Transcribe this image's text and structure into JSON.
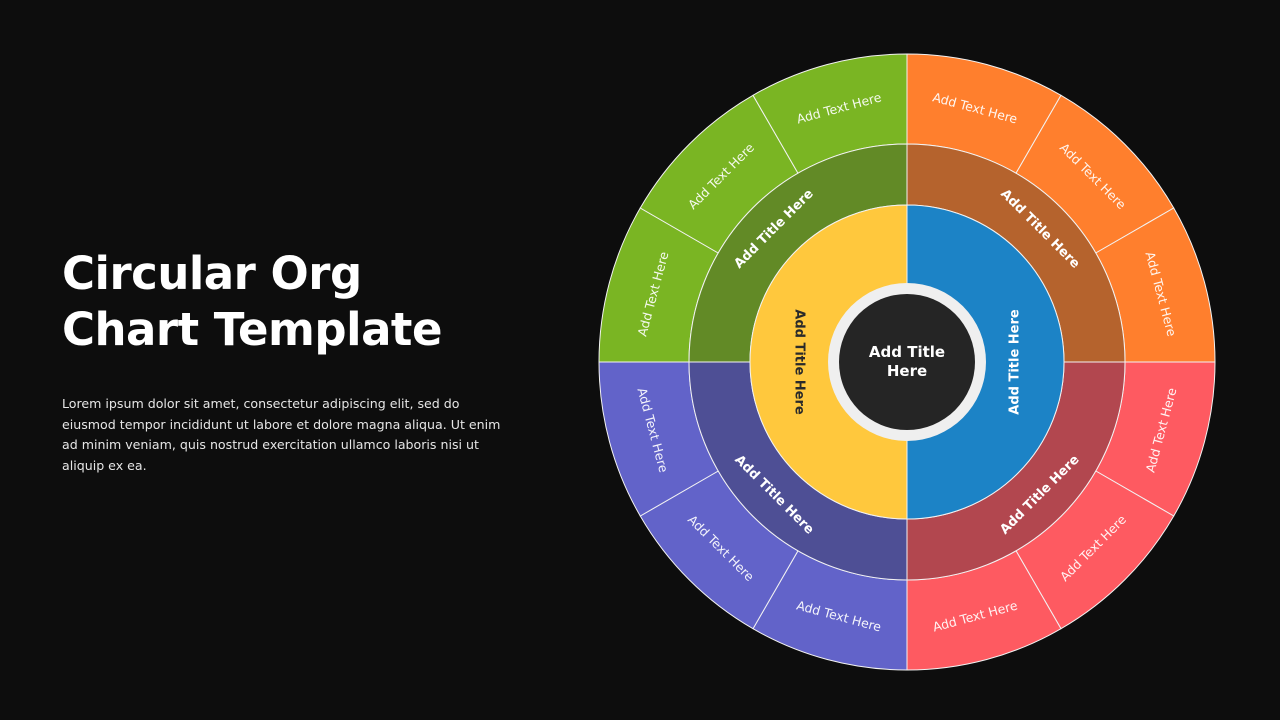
{
  "slide": {
    "title_lines": [
      "Circular Org",
      "Chart Template"
    ],
    "description": "Lorem ipsum dolor sit amet, consectetur adipiscing elit, sed do eiusmod tempor incididunt ut labore et dolore magna aliqua. Ut enim ad minim veniam, quis nostrud exercitation ullamco laboris nisi ut aliquip ex ea."
  },
  "diagram": {
    "center": {
      "label_lines": [
        "Add Title",
        "Here"
      ],
      "fill": "#252525",
      "ring": "#efefef"
    },
    "inner": [
      {
        "label": "Add Title Here",
        "fill": "#ffc83d",
        "text_color": "#2a2a2a",
        "side": "left"
      },
      {
        "label": "Add Title Here",
        "fill": "#1c83c6",
        "text_color": "#ffffff",
        "side": "right"
      }
    ],
    "quadrants": [
      {
        "name": "green",
        "position": "top-left",
        "middle_fill": "#628a26",
        "outer_fill": "#7ab523",
        "title": "Add Title Here",
        "items": [
          "Add Text Here",
          "Add Text Here",
          "Add Text Here"
        ]
      },
      {
        "name": "orange",
        "position": "top-right",
        "middle_fill": "#b5632d",
        "outer_fill": "#ff7f2d",
        "title": "Add Title Here",
        "items": [
          "Add Text Here",
          "Add Text Here",
          "Add Text Here"
        ]
      },
      {
        "name": "red",
        "position": "bottom-right",
        "middle_fill": "#b2474f",
        "outer_fill": "#fe5a61",
        "title": "Add Title Here",
        "items": [
          "Add Text Here",
          "Add Text Here",
          "Add Text Here"
        ]
      },
      {
        "name": "purple",
        "position": "bottom-left",
        "middle_fill": "#4e4f95",
        "outer_fill": "#6263c9",
        "title": "Add Title Here",
        "items": [
          "Add Text Here",
          "Add Text Here",
          "Add Text Here"
        ]
      }
    ],
    "divider_color": "#f2f2f2",
    "background": "#0d0d0d"
  }
}
